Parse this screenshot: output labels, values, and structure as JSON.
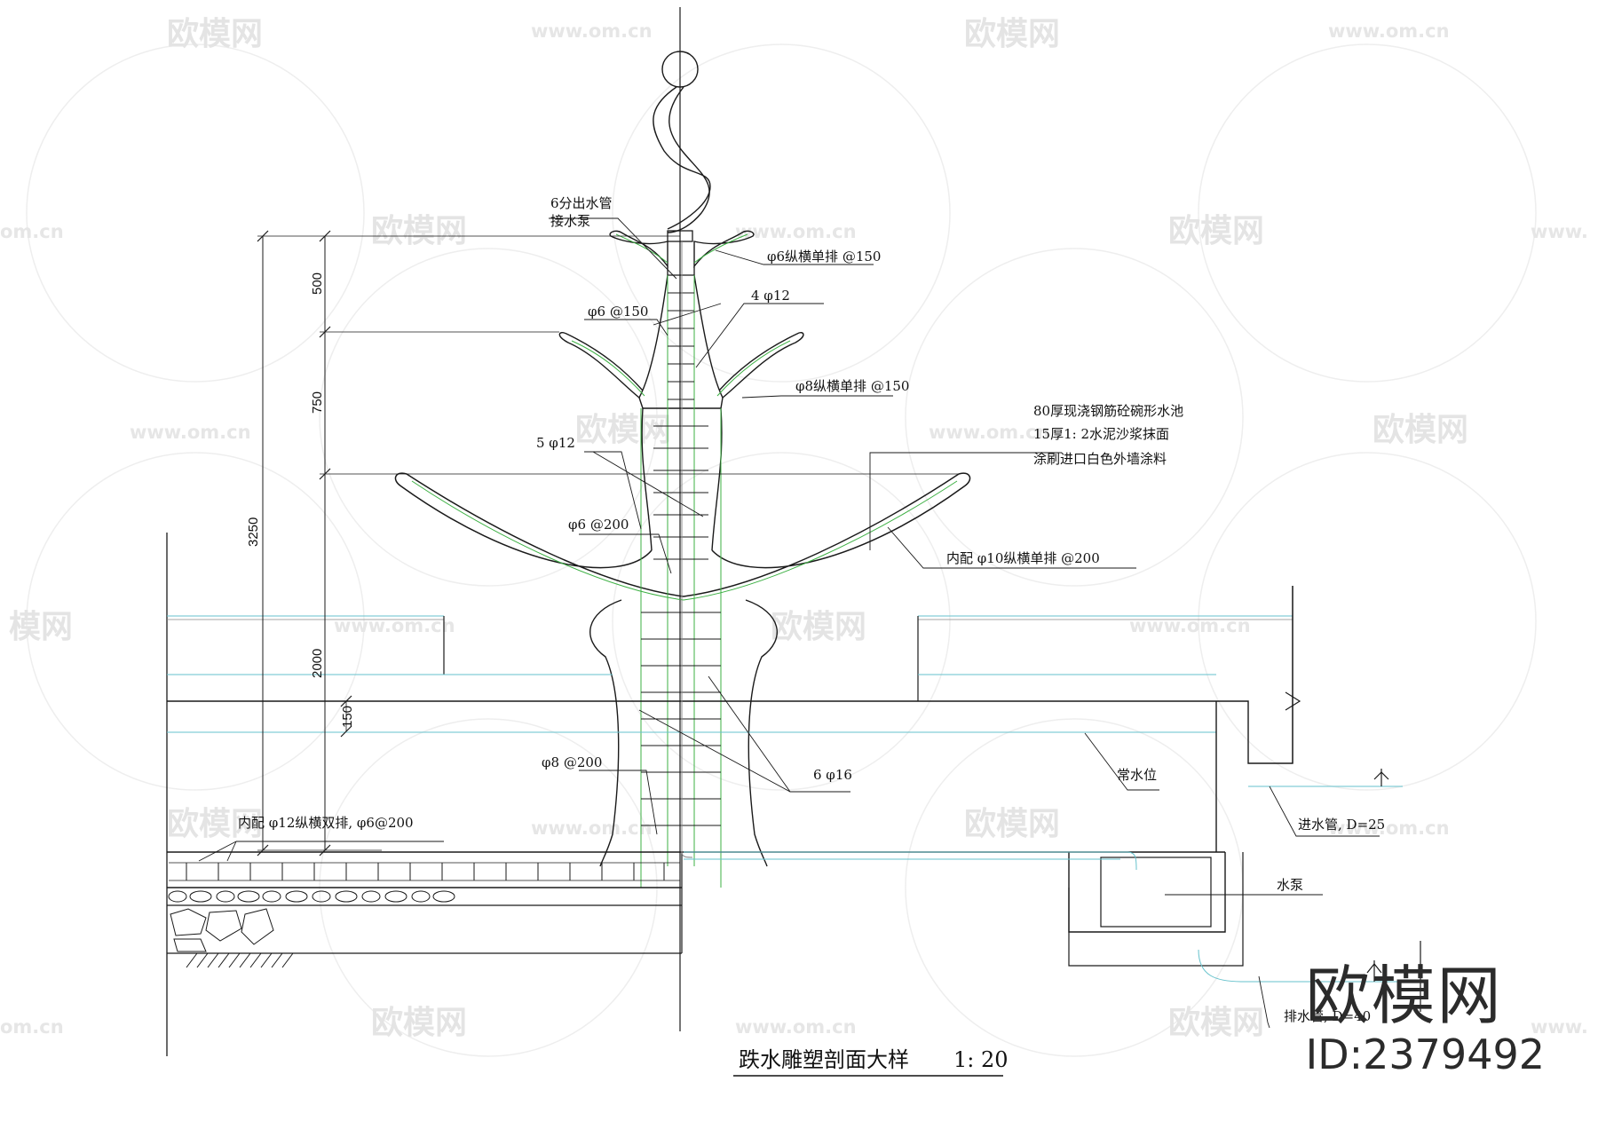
{
  "watermark": {
    "logo_text": "欧模网",
    "url_text": "www.om.cn",
    "url_partial_left": "om.cn",
    "url_partial_right": "www.",
    "logo_partial_left": "模网"
  },
  "title": {
    "text": "跌水雕塑剖面大样",
    "scale": "1: 20"
  },
  "dimensions": {
    "total": "3250",
    "top": "500",
    "middle": "750",
    "bottom": "2000",
    "wall": "150"
  },
  "annotations": {
    "outlet_pipe_line1": "6分出水管",
    "outlet_pipe_line2": "接水泵",
    "rebar_top_bowl": "φ6纵横单排 @150",
    "rebar_4phi12": "4 φ12",
    "rebar_phi6_150": "φ6 @150",
    "rebar_mid_bowl": "φ8纵横单排 @150",
    "bowl_spec_1": "80厚现浇钢筋砼碗形水池",
    "bowl_spec_2": "15厚1: 2水泥沙浆抹面",
    "bowl_spec_3": "涂刷进口白色外墙涂料",
    "rebar_5phi12": "5 φ12",
    "rebar_phi6_200": "φ6 @200",
    "rebar_bottom_bowl": "内配 φ10纵横单排 @200",
    "rebar_phi8_200": "φ8 @200",
    "rebar_6phi16": "6 φ16",
    "water_level": "常水位",
    "base_rebar": "内配 φ12纵横双排, φ6@200",
    "inlet_pipe": "进水管, D=25",
    "pump": "水泵",
    "drain_pipe": "排水管, D=40"
  },
  "brand": {
    "name": "欧模网",
    "id": "ID:2379492"
  }
}
